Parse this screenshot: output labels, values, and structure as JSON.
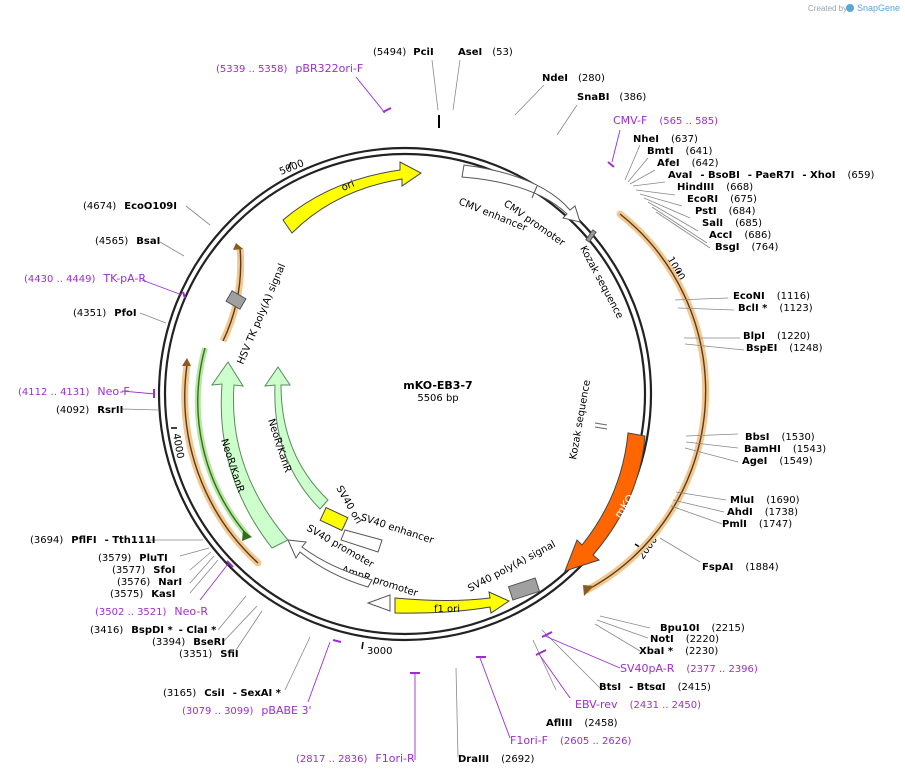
{
  "brand": {
    "created_by": "Created by",
    "name": "SnapGene"
  },
  "plasmid": {
    "name": "mKO-EB3-7",
    "length_label": "5506 bp"
  },
  "ticks": [
    "5000",
    "1000",
    "2000",
    "3000",
    "4000"
  ],
  "features": [
    {
      "label": "ori",
      "color": "#ffff00"
    },
    {
      "label": "CMV enhancer",
      "color": "#ffffff"
    },
    {
      "label": "CMV promoter",
      "color": "#ffffff"
    },
    {
      "label": "Kozak sequence",
      "color": "#999999"
    },
    {
      "label": "Kozak sequence",
      "color": "#999999"
    },
    {
      "label": "mKO",
      "color": "#ff6600"
    },
    {
      "label": "SV40 poly(A) signal",
      "color": "#a0a0a0"
    },
    {
      "label": "f1 ori",
      "color": "#ffff00"
    },
    {
      "label": "AmpR promoter",
      "color": "#ffffff"
    },
    {
      "label": "SV40 promoter",
      "color": "#ffffff"
    },
    {
      "label": "SV40 enhancer",
      "color": "#ffffff"
    },
    {
      "label": "SV40 ori",
      "color": "#ffff00"
    },
    {
      "label": "NeoR/KanR",
      "color": "#ccffcc"
    },
    {
      "label": "NeoR/KanR",
      "color": "#ccffcc"
    },
    {
      "label": "HSV TK poly(A) signal",
      "color": "#a0a0a0"
    }
  ],
  "sites": [
    {
      "name": "PciI",
      "pos": "(5494)"
    },
    {
      "name": "AseI",
      "pos": "(53)"
    },
    {
      "name": "NdeI",
      "pos": "(280)"
    },
    {
      "name": "SnaBI",
      "pos": "(386)"
    },
    {
      "name": "NheI",
      "pos": "(637)"
    },
    {
      "name": "BmtI",
      "pos": "(641)"
    },
    {
      "name": "AfeI",
      "pos": "(642)"
    },
    {
      "name": "AvaI",
      "pos": ""
    },
    {
      "name": "- BsoBI",
      "pos": ""
    },
    {
      "name": "- PaeR7I",
      "pos": ""
    },
    {
      "name": "- XhoI",
      "pos": "(659)"
    },
    {
      "name": "HindIII",
      "pos": "(668)"
    },
    {
      "name": "EcoRI",
      "pos": "(675)"
    },
    {
      "name": "PstI",
      "pos": "(684)"
    },
    {
      "name": "SalI",
      "pos": "(685)"
    },
    {
      "name": "AccI",
      "pos": "(686)"
    },
    {
      "name": "BsgI",
      "pos": "(764)"
    },
    {
      "name": "EcoNI",
      "pos": "(1116)"
    },
    {
      "name": "BclI *",
      "pos": "(1123)"
    },
    {
      "name": "BlpI",
      "pos": "(1220)"
    },
    {
      "name": "BspEI",
      "pos": "(1248)"
    },
    {
      "name": "BbsI",
      "pos": "(1530)"
    },
    {
      "name": "BamHI",
      "pos": "(1543)"
    },
    {
      "name": "AgeI",
      "pos": "(1549)"
    },
    {
      "name": "MluI",
      "pos": "(1690)"
    },
    {
      "name": "AhdI",
      "pos": "(1738)"
    },
    {
      "name": "PmlI",
      "pos": "(1747)"
    },
    {
      "name": "FspAI",
      "pos": "(1884)"
    },
    {
      "name": "Bpu10I",
      "pos": "(2215)"
    },
    {
      "name": "NotI",
      "pos": "(2220)"
    },
    {
      "name": "XbaI *",
      "pos": "(2230)"
    },
    {
      "name": "BtsI",
      "pos": ""
    },
    {
      "name": "- BtsαI",
      "pos": "(2415)"
    },
    {
      "name": "AflIII",
      "pos": "(2458)"
    },
    {
      "name": "DraIII",
      "pos": "(2692)"
    },
    {
      "name": "CsiI",
      "pos": "(3165)"
    },
    {
      "name": "- SexAI *",
      "pos": ""
    },
    {
      "name": "SfiI",
      "pos": "(3351)"
    },
    {
      "name": "BseRI",
      "pos": "(3394)"
    },
    {
      "name": "BspDI *",
      "pos": "(3416)"
    },
    {
      "name": "- ClaI *",
      "pos": ""
    },
    {
      "name": "KasI",
      "pos": "(3575)"
    },
    {
      "name": "NarI",
      "pos": "(3576)"
    },
    {
      "name": "SfoI",
      "pos": "(3577)"
    },
    {
      "name": "PluTI",
      "pos": "(3579)"
    },
    {
      "name": "PflFI",
      "pos": "(3694)"
    },
    {
      "name": "- Tth111I",
      "pos": ""
    },
    {
      "name": "RsrII",
      "pos": "(4092)"
    },
    {
      "name": "PfoI",
      "pos": "(4351)"
    },
    {
      "name": "BsaI",
      "pos": "(4565)"
    },
    {
      "name": "EcoO109I",
      "pos": "(4674)"
    }
  ],
  "primers": [
    {
      "range": "(5339 .. 5358)",
      "name": "pBR322ori-F"
    },
    {
      "range": "(565 .. 585)",
      "name": "CMV-F"
    },
    {
      "range": "(2377 .. 2396)",
      "name": "SV40pA-R"
    },
    {
      "range": "(2431 .. 2450)",
      "name": "EBV-rev"
    },
    {
      "range": "(2605 .. 2626)",
      "name": "F1ori-F"
    },
    {
      "range": "(2817 .. 2836)",
      "name": "F1ori-R"
    },
    {
      "range": "(3079 .. 3099)",
      "name": "pBABE 3'"
    },
    {
      "range": "(3502 .. 3521)",
      "name": "Neo-R"
    },
    {
      "range": "(4112 .. 4131)",
      "name": "Neo-F"
    },
    {
      "range": "(4430 .. 4449)",
      "name": "TK-pA-R"
    }
  ]
}
